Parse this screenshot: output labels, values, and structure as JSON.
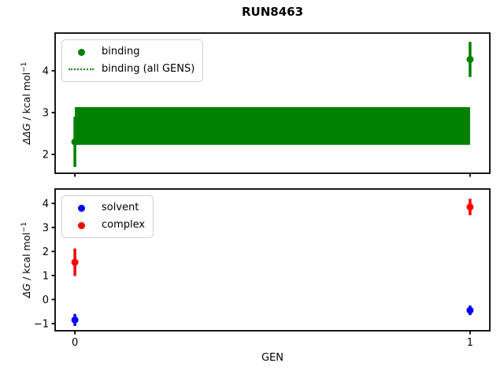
{
  "title": "RUN8463",
  "colors": {
    "binding": "#008000",
    "solvent": "#0000ff",
    "complex": "#ff0000",
    "axis": "#000000",
    "legend_border": "#cfcfcf",
    "background": "#ffffff"
  },
  "chart_data": {
    "type": "scatter",
    "title": "RUN8463",
    "xlabel": "GEN",
    "x": [
      0,
      1
    ],
    "xticks": [
      0,
      1
    ],
    "xlim": [
      -0.05,
      1.05
    ],
    "grid": false,
    "legend_position": "upper-left",
    "panels": [
      {
        "name": "binding-panel",
        "ylabel": "ΔΔG / kcal mol⁻¹",
        "ylabel_parts": {
          "italic": "ΔΔG",
          "rest": " / kcal mol",
          "sup": "−1"
        },
        "ylim": [
          1.55,
          4.9
        ],
        "yticks": [
          2,
          3,
          4
        ],
        "series": [
          {
            "name": "binding",
            "color": "#008000",
            "marker": "circle",
            "y": [
              2.3,
              4.27
            ],
            "yerr": [
              0.6,
              0.42
            ]
          }
        ],
        "band": {
          "name": "binding (all GENS)",
          "color": "#008000",
          "linestyle": "dotted",
          "x_range": [
            0,
            1
          ],
          "center": 2.68,
          "low": 2.23,
          "high": 3.13
        },
        "legend": [
          {
            "label": "binding",
            "marker": "dot",
            "color": "#008000"
          },
          {
            "label": "binding (all GENS)",
            "marker": "dotted-line",
            "color": "#008000"
          }
        ]
      },
      {
        "name": "solvent-complex-panel",
        "ylabel": "ΔG / kcal mol⁻¹",
        "ylabel_parts": {
          "italic": "ΔG",
          "rest": " / kcal mol",
          "sup": "−1"
        },
        "ylim": [
          -1.3,
          4.6
        ],
        "yticks": [
          -1,
          0,
          1,
          2,
          3,
          4
        ],
        "series": [
          {
            "name": "solvent",
            "color": "#0000ff",
            "marker": "circle",
            "y": [
              -0.85,
              -0.45
            ],
            "yerr": [
              0.25,
              0.2
            ]
          },
          {
            "name": "complex",
            "color": "#ff0000",
            "marker": "circle",
            "y": [
              1.55,
              3.85
            ],
            "yerr": [
              0.57,
              0.34
            ]
          }
        ],
        "legend": [
          {
            "label": "solvent",
            "marker": "dot",
            "color": "#0000ff"
          },
          {
            "label": "complex",
            "marker": "dot",
            "color": "#ff0000"
          }
        ]
      }
    ]
  }
}
